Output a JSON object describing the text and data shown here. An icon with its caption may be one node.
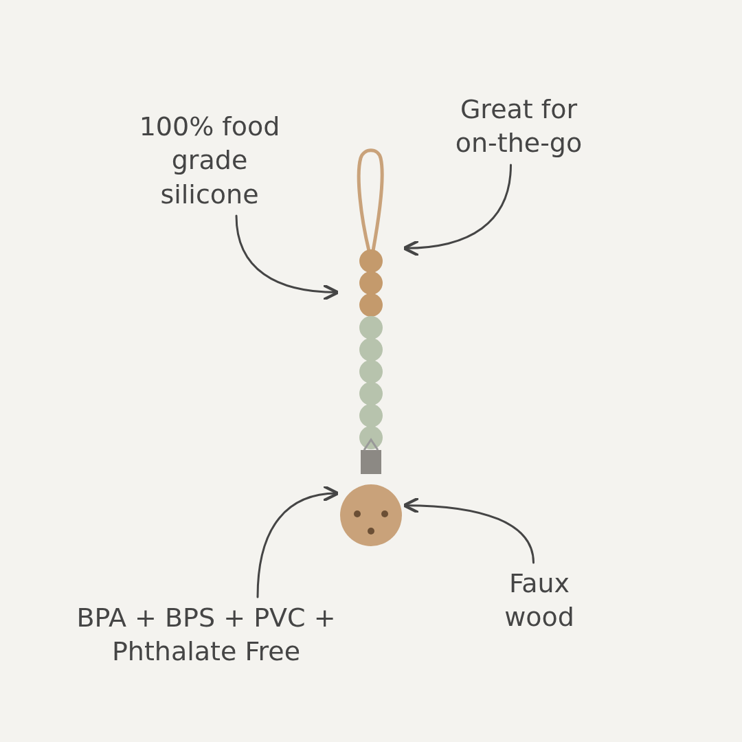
{
  "diagram": {
    "nodes": [
      {
        "text": [
          "100% food grade silicone"
        ]
      },
      {
        "text": [
          "Great for on-the-go"
        ]
      },
      {
        "text": [
          "BPA + BPS + PVC + Phthalate Free"
        ]
      },
      {
        "text": [
          "Faux wood"
        ]
      },
      {
        "text": [],
        "shape": "picture"
      }
    ],
    "edges": [
      {
        "from": 0,
        "to": 4,
        "arrow": "to"
      },
      {
        "from": 1,
        "to": 4,
        "arrow": "to"
      },
      {
        "from": 2,
        "to": 4,
        "arrow": "to"
      },
      {
        "from": 3,
        "to": 4,
        "arrow": "to"
      }
    ]
  }
}
